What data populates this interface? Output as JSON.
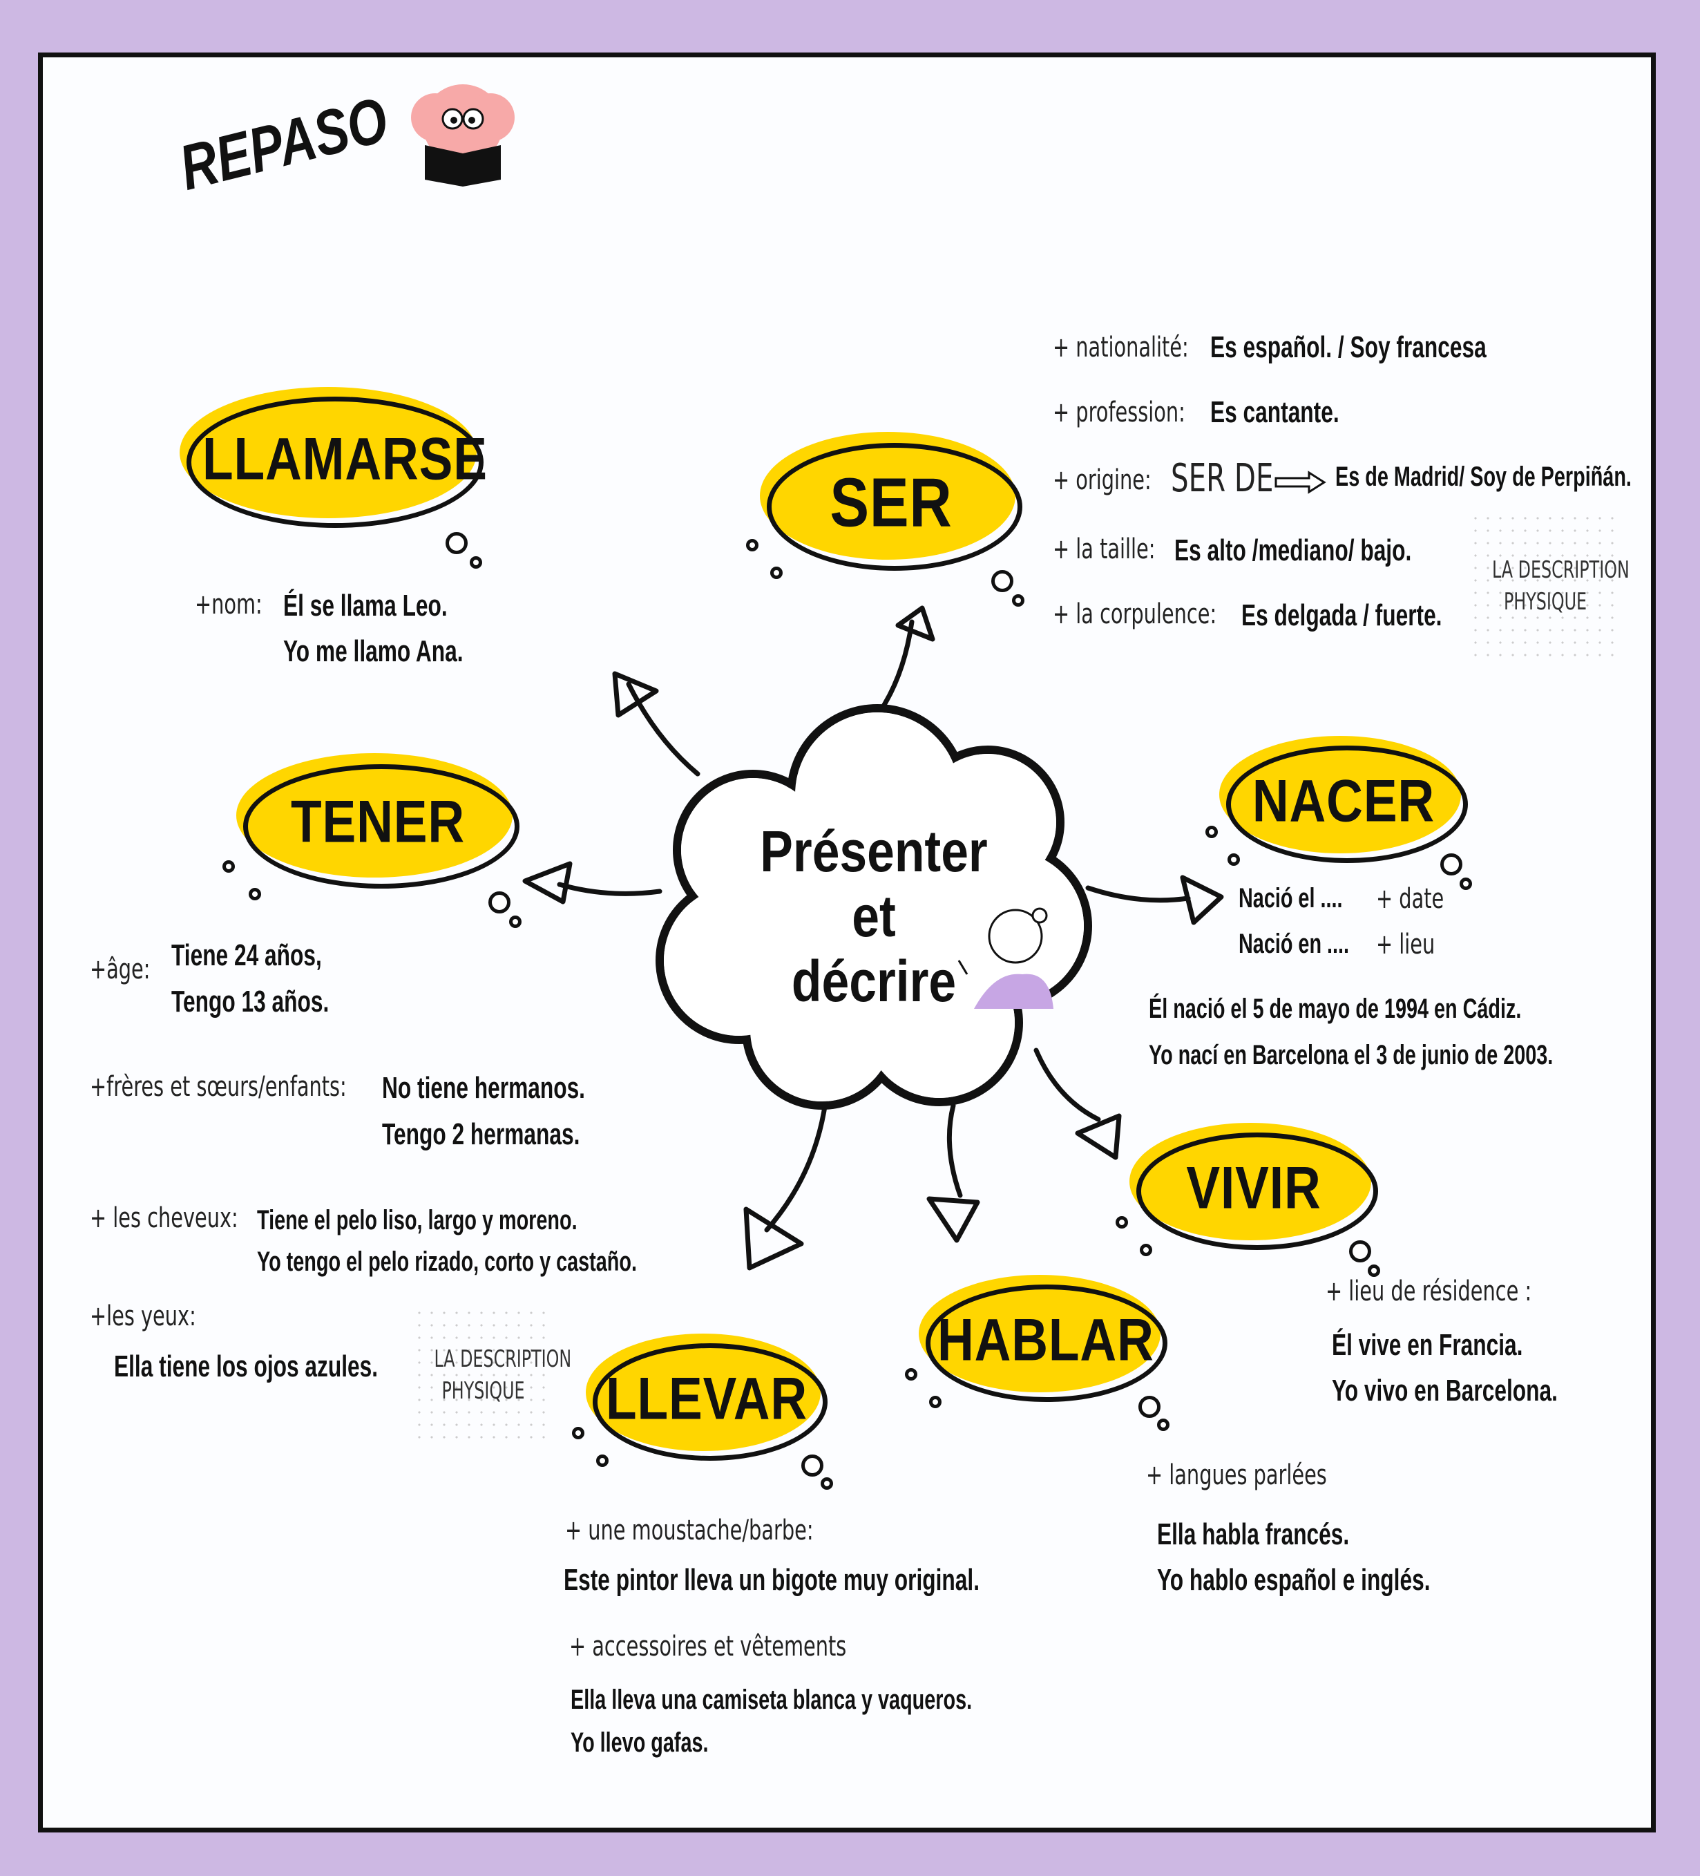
{
  "header": {
    "title": "REPASO",
    "mascot": "brain-reading-book-icon"
  },
  "center": {
    "title_line1": "Présenter",
    "title_line2": "et",
    "title_line3": "décrire"
  },
  "colors": {
    "background": "#cdb8e3",
    "bubble": "#ffd600",
    "ink": "#111111"
  },
  "llamarse": {
    "label": "LLAMARSE",
    "prefix": "+nom:",
    "examples": [
      "Él se llama Leo.",
      "Yo me llamo Ana."
    ]
  },
  "ser": {
    "label": "SER",
    "lines": [
      {
        "prefix": "+ nationalité:",
        "text": "Es español. / Soy francesa"
      },
      {
        "prefix": "+ profession:",
        "text": "Es cantante."
      },
      {
        "prefix": "+ origine:",
        "mid": "SER DE",
        "text": "Es de Madrid/ Soy de Perpiñán."
      },
      {
        "prefix": "+ la taille:",
        "text": "Es alto /mediano/ bajo."
      },
      {
        "prefix": "+ la corpulence:",
        "text": "Es delgada / fuerte."
      }
    ],
    "tag1": "LA DESCRIPTION",
    "tag2": "PHYSIQUE"
  },
  "tener": {
    "label": "TENER",
    "age": {
      "prefix": "+âge:",
      "lines": [
        "Tiene 24 años,",
        "Tengo 13 años."
      ]
    },
    "siblings": {
      "prefix": "+frères et sœurs/enfants:",
      "lines": [
        "No tiene hermanos.",
        "Tengo 2 hermanas."
      ]
    },
    "hair": {
      "prefix": "+ les cheveux:",
      "lines": [
        "Tiene el pelo liso, largo y moreno.",
        "Yo tengo el pelo rizado, corto y castaño."
      ]
    },
    "eyes": {
      "prefix": "+les yeux:",
      "lines": [
        "Ella tiene los ojos azules."
      ]
    },
    "tag1": "LA DESCRIPTION",
    "tag2": "PHYSIQUE"
  },
  "nacer": {
    "label": "NACER",
    "forms": [
      "Nació el ....",
      "Nació en ...."
    ],
    "hints": [
      "+ date",
      "+ lieu"
    ],
    "examples": [
      "Él nació el 5 de mayo de 1994 en Cádiz.",
      "Yo nací en Barcelona el 3 de junio de 2003."
    ]
  },
  "vivir": {
    "label": "VIVIR",
    "prefix": "+ lieu de résidence :",
    "examples": [
      "Él vive en Francia.",
      "Yo vivo en Barcelona."
    ]
  },
  "hablar": {
    "label": "HABLAR",
    "prefix": "+ langues parlées",
    "examples": [
      "Ella habla francés.",
      "Yo hablo español e inglés."
    ]
  },
  "llevar": {
    "label": "LLEVAR",
    "prefix1": "+ une moustache/barbe:",
    "example1": "Este pintor lleva un bigote muy original.",
    "prefix2": "+ accessoires et vêtements",
    "examples2": [
      "Ella lleva una camiseta blanca y vaqueros.",
      "Yo llevo gafas."
    ]
  }
}
